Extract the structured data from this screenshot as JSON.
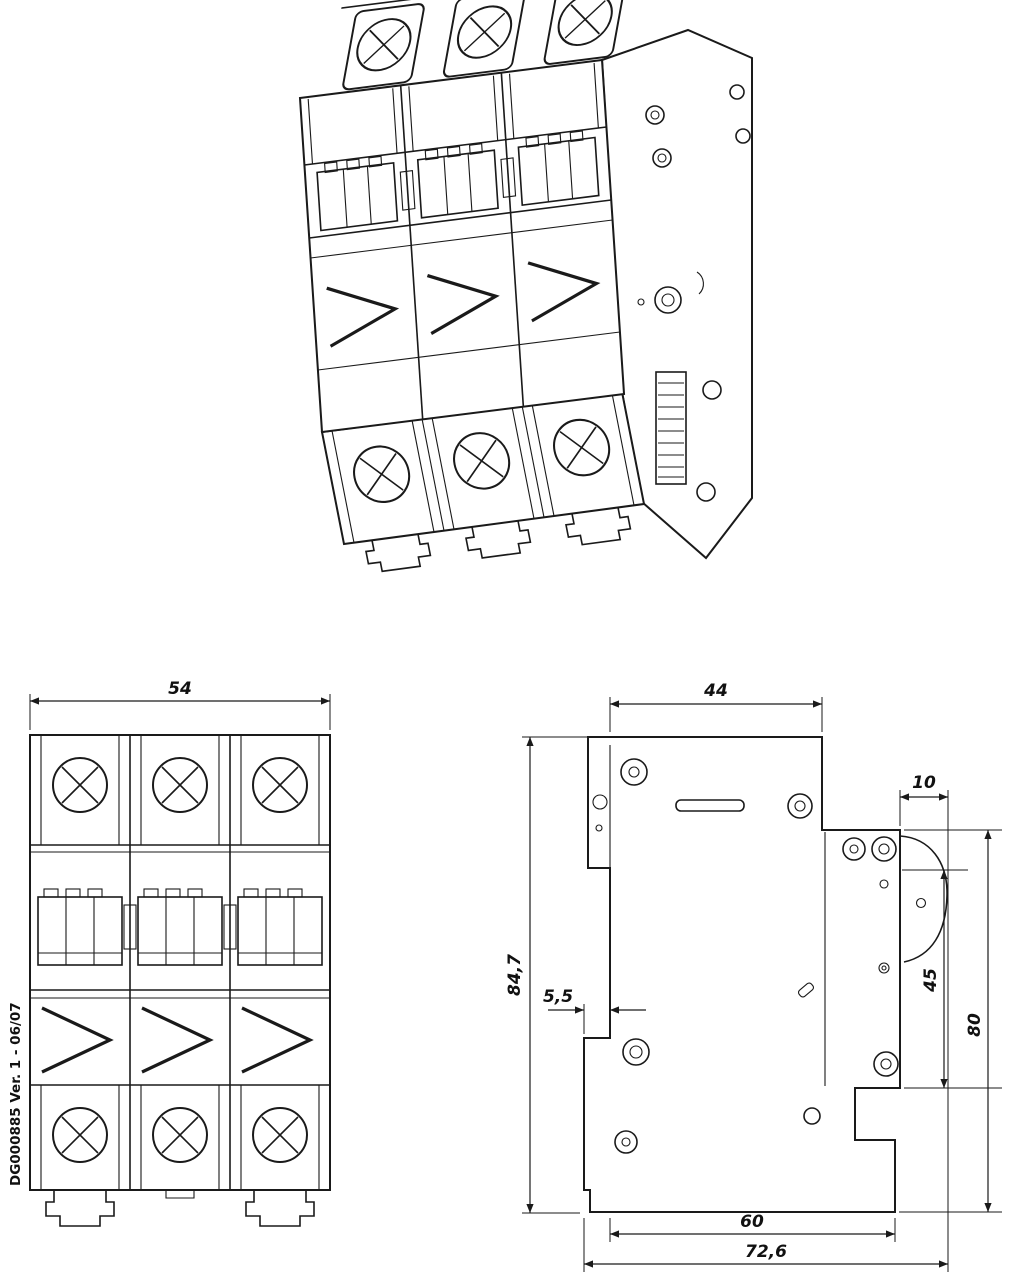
{
  "page": {
    "background": "#ffffff",
    "ink": "#1a1a1a"
  },
  "views": {
    "front": {
      "width_dim": "54",
      "part_marking": "DG000885 Ver. 1 - 06/07"
    },
    "side": {
      "depth_dim": "44",
      "tab_dim": "10",
      "height_dim": "84,7",
      "clip_offset_dim": "5,5",
      "terminal_height_dim": "45",
      "mount_height_dim": "80",
      "base_depth_dim": "60",
      "total_depth_dim": "72,6"
    }
  }
}
